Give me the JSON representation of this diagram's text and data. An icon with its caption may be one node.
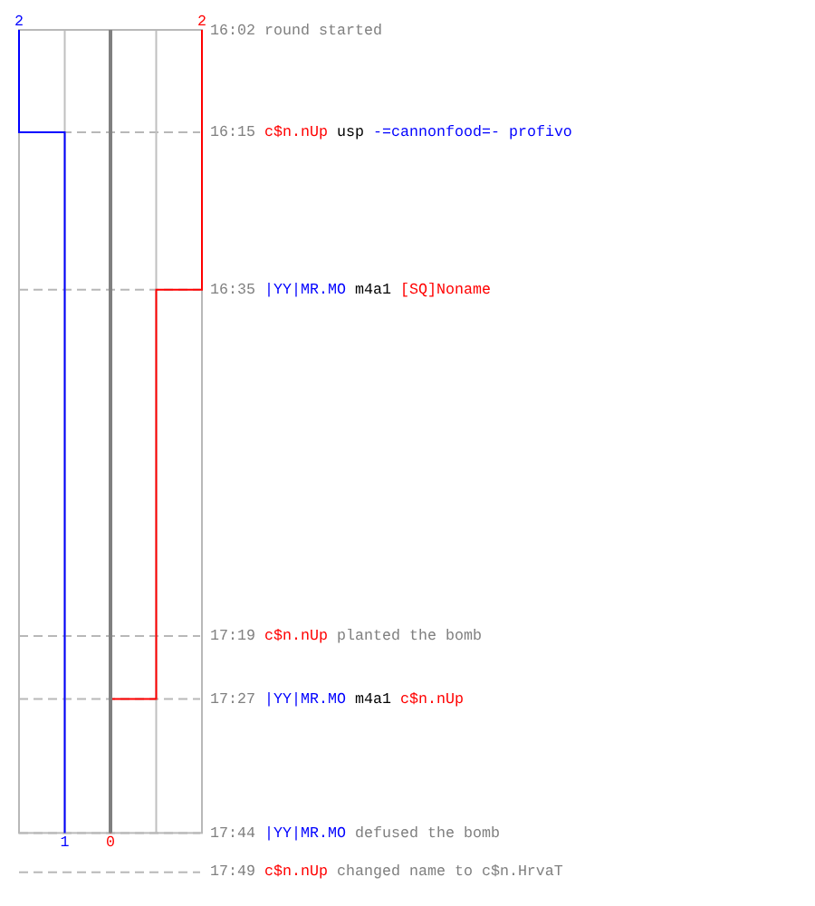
{
  "diagram": {
    "labels": [
      "2",
      "2",
      "16:02",
      "round started",
      "16:15",
      "c$n.nUp",
      "usp",
      "-=cannonfood=- profivo",
      "16:35",
      "|YY|MR.MO",
      "m4a1",
      "[SQ]Noname",
      "17:19",
      "c$n.nUp",
      "planted the bomb",
      "17:27",
      "|YY|MR.MO",
      "m4a1",
      "c$n.nUp",
      "17:44",
      "|YY|MR.MO",
      "defused the bomb",
      "1",
      "0",
      "17:49",
      "c$n.nUp",
      "changed name to c$n.HrvaT"
    ]
  }
}
